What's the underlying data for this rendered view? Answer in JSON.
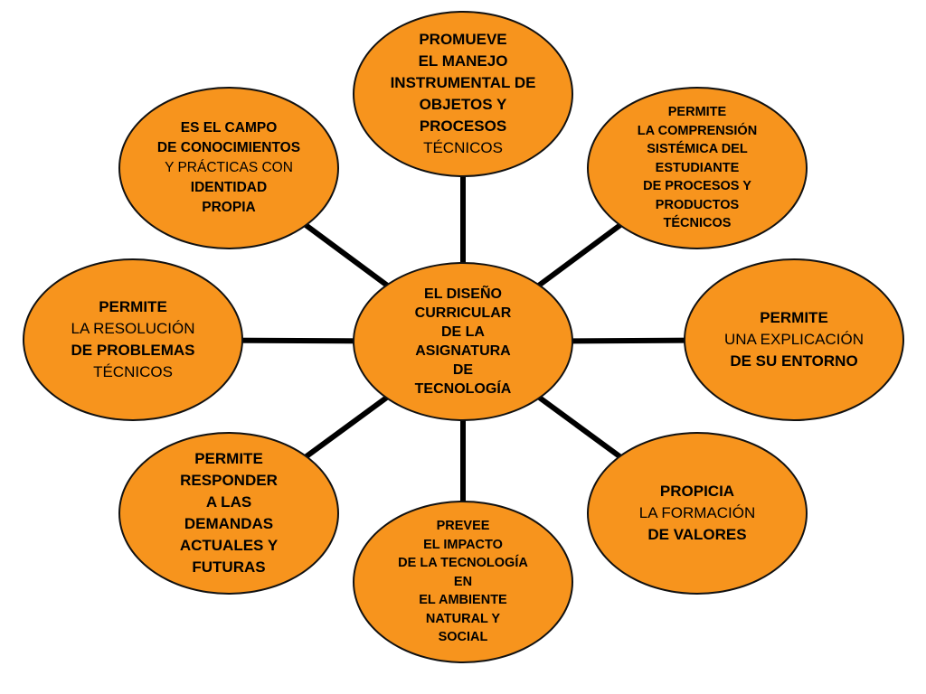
{
  "colors": {
    "node_fill": "#f7941d",
    "node_border": "#111111",
    "connector": "#000000"
  },
  "center": {
    "lines": [
      {
        "text": "EL DISEÑO",
        "bold": true
      },
      {
        "text": "CURRICULAR",
        "bold": true
      },
      {
        "text": "DE LA",
        "bold": true
      },
      {
        "text": "ASIGNATURA",
        "bold": true
      },
      {
        "text": "DE",
        "bold": true
      },
      {
        "text": "TECNOLOGÍA",
        "bold": true
      }
    ]
  },
  "nodes": [
    {
      "id": "top",
      "lines": [
        {
          "text": "PROMUEVE",
          "bold": true
        },
        {
          "text": "EL MANEJO",
          "bold": true
        },
        {
          "text": "INSTRUMENTAL DE",
          "bold": true
        },
        {
          "text": "OBJETOS Y",
          "bold": true
        },
        {
          "text": "PROCESOS",
          "bold": true
        },
        {
          "text": "TÉCNICOS",
          "bold": false
        }
      ]
    },
    {
      "id": "top-right",
      "lines": [
        {
          "text": "PERMITE",
          "bold": true
        },
        {
          "text": "LA COMPRENSIÓN",
          "bold": true
        },
        {
          "text": "SISTÉMICA DEL",
          "bold": true
        },
        {
          "text": "ESTUDIANTE",
          "bold": true
        },
        {
          "text": "DE PROCESOS Y",
          "bold": true
        },
        {
          "text": "PRODUCTOS",
          "bold": true
        },
        {
          "text": "TÉCNICOS",
          "bold": true
        }
      ]
    },
    {
      "id": "right",
      "lines": [
        {
          "text": "PERMITE",
          "bold": true
        },
        {
          "text": "UNA EXPLICACIÓN",
          "bold": false
        },
        {
          "text": "DE SU ENTORNO",
          "bold": true
        }
      ]
    },
    {
      "id": "bottom-right",
      "lines": [
        {
          "text": "PROPICIA",
          "bold": true
        },
        {
          "text": "LA FORMACIÓN",
          "bold": false
        },
        {
          "text": "DE VALORES",
          "bold": true
        }
      ]
    },
    {
      "id": "bottom",
      "lines": [
        {
          "text": "PREVEE",
          "bold": true
        },
        {
          "text": "EL IMPACTO",
          "bold": true
        },
        {
          "text": "DE LA TECNOLOGÍA",
          "bold": true
        },
        {
          "text": "EN",
          "bold": true
        },
        {
          "text": "EL AMBIENTE",
          "bold": true
        },
        {
          "text": "NATURAL Y",
          "bold": true
        },
        {
          "text": "SOCIAL",
          "bold": true
        }
      ]
    },
    {
      "id": "bottom-left",
      "lines": [
        {
          "text": "PERMITE",
          "bold": true
        },
        {
          "text": "RESPONDER",
          "bold": true
        },
        {
          "text": "A LAS",
          "bold": true
        },
        {
          "text": "DEMANDAS",
          "bold": true
        },
        {
          "text": "ACTUALES Y",
          "bold": true
        },
        {
          "text": "FUTURAS",
          "bold": true
        }
      ]
    },
    {
      "id": "left",
      "lines": [
        {
          "text": "PERMITE",
          "bold": true
        },
        {
          "text": "LA RESOLUCIÓN",
          "bold": false
        },
        {
          "text": "DE PROBLEMAS",
          "bold": true
        },
        {
          "text": "TÉCNICOS",
          "bold": false
        }
      ]
    },
    {
      "id": "top-left",
      "lines": [
        {
          "text": "ES EL CAMPO",
          "bold": true
        },
        {
          "text": "DE CONOCIMIENTOS",
          "bold": true
        },
        {
          "text": "Y PRÁCTICAS CON",
          "bold": false
        },
        {
          "text": "IDENTIDAD",
          "bold": true
        },
        {
          "text": "PROPIA",
          "bold": true
        }
      ]
    }
  ]
}
